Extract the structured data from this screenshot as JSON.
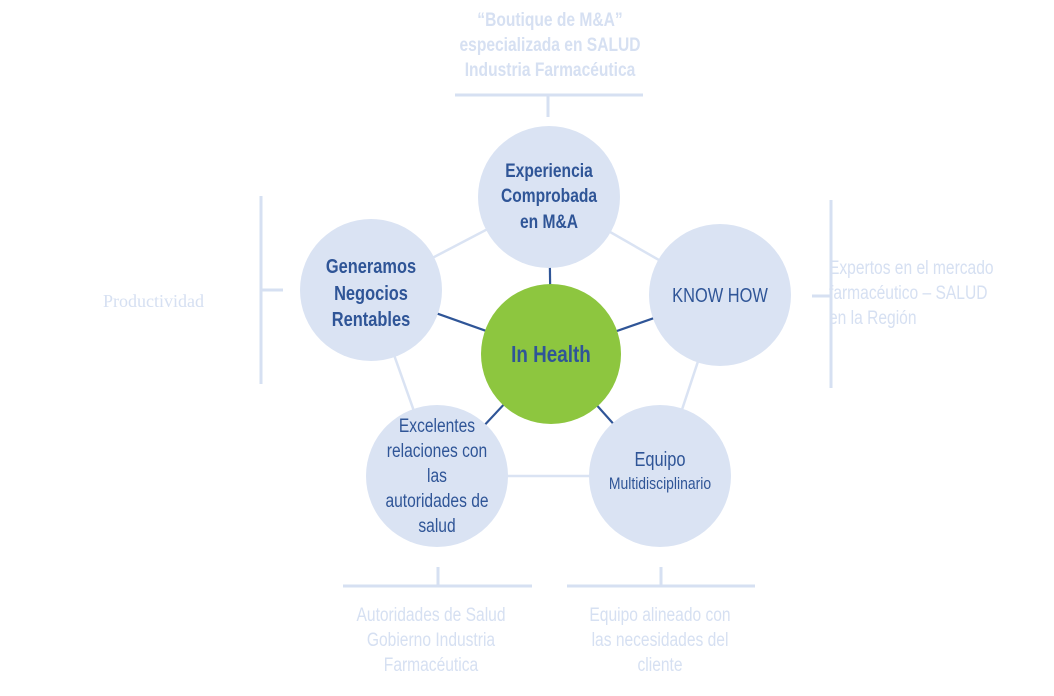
{
  "colors": {
    "node_fill": "#dae3f3",
    "center_fill": "#8dc63f",
    "node_text": "#2f5597",
    "spoke_line": "#2f5597",
    "pentagon_line": "#dae3f3",
    "annotation_text": "#d6e0f2",
    "bracket_line": "#d6e0f2"
  },
  "center": {
    "label": "In Health"
  },
  "nodes": [
    {
      "id": "top",
      "lines": [
        "Experiencia",
        "Comprobada",
        "en M&A"
      ],
      "bold": true
    },
    {
      "id": "right",
      "lines": [
        "KNOW HOW"
      ],
      "bold": false
    },
    {
      "id": "bottom-right",
      "lines": [
        "Equipo",
        "Multidisciplinario"
      ],
      "bold": false
    },
    {
      "id": "bottom-left",
      "lines": [
        "Excelentes",
        "relaciones con las",
        "autoridades de",
        "salud"
      ],
      "bold": false
    },
    {
      "id": "left",
      "lines": [
        "Generamos",
        "Negocios",
        "Rentables"
      ],
      "bold": true
    }
  ],
  "annotations": {
    "top": [
      "“Boutique  de M&A”",
      "especializada en SALUD",
      "Industria Farmacéutica"
    ],
    "left": "Productividad",
    "right": [
      "Expertos en el mercado",
      "farmacéutico – SALUD",
      "en la Región"
    ],
    "bottom_left": [
      "Autoridades de Salud",
      "Gobierno Industria",
      "Farmacéutica"
    ],
    "bottom_right": [
      "Equipo alineado con",
      "las necesidades del",
      "cliente"
    ]
  }
}
